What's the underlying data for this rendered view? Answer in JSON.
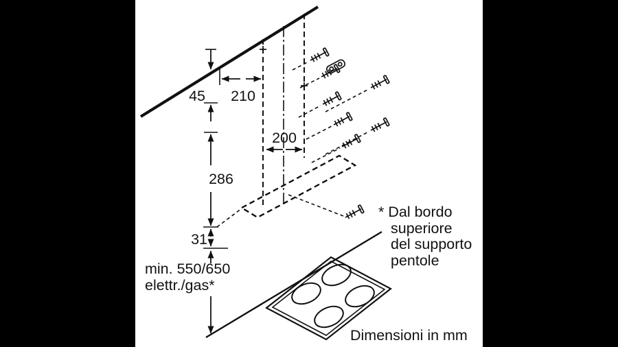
{
  "colors": {
    "letterbox": "#000000",
    "canvas": "#ffffff",
    "ink": "#111111"
  },
  "dimensions": {
    "ceiling_gap": "45",
    "top_offset": "210",
    "chimney_width": "200",
    "chimney_height": "286",
    "hood_lip": "31",
    "min_clearance_line1": "min. 550/650",
    "min_clearance_line2": "elettr./gas*"
  },
  "note_lines": [
    "* Dal bordo",
    "superiore",
    "del supporto",
    "pentole"
  ],
  "caption": "Dimensioni in mm"
}
